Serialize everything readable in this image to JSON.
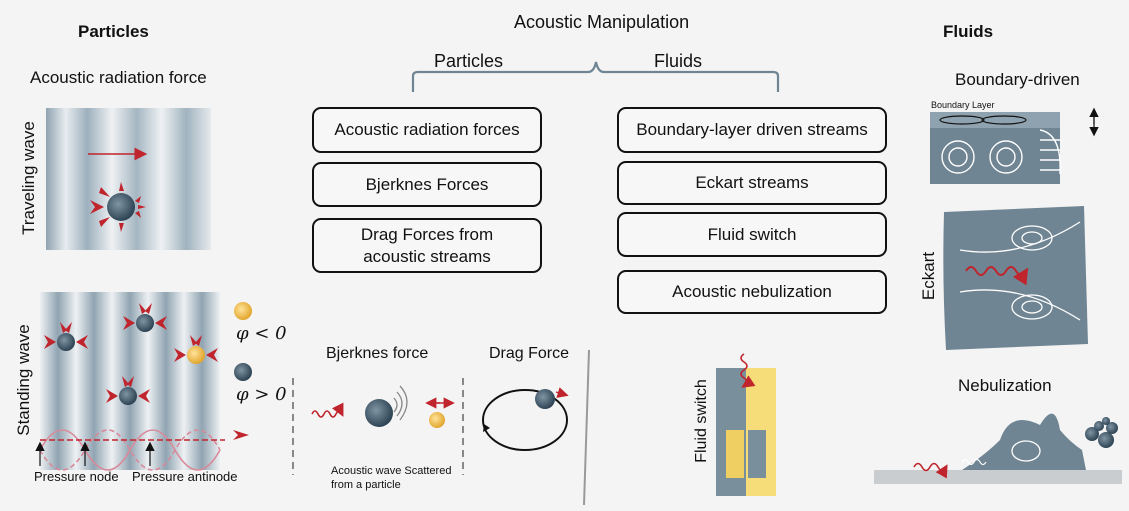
{
  "title": "Acoustic Manipulation",
  "left_heading": "Particles",
  "right_heading": "Fluids",
  "branch_labels": {
    "particles": "Particles",
    "fluids": "Fluids"
  },
  "particle_boxes": [
    "Acoustic radiation forces",
    "Bjerknes Forces",
    "Drag Forces from\nacoustic streams"
  ],
  "fluid_boxes": [
    "Boundary-layer driven streams",
    "Eckart streams",
    "Fluid switch",
    "Acoustic nebulization"
  ],
  "left_panel": {
    "subtitle": "Acoustic radiation force",
    "traveling_label": "Traveling  wave",
    "standing_label": "Standing wave",
    "phi_negative": "φ < 0",
    "phi_positive": "φ > 0",
    "pressure_node": "Pressure node",
    "pressure_antinode": "Pressure antinode"
  },
  "middle_panel": {
    "bjerknes_title": "Bjerknes force",
    "bjerknes_caption_line1": "Acoustic wave Scattered",
    "bjerknes_caption_line2": "from a particle",
    "drag_title": "Drag Force",
    "fluid_switch_label": "Fluid switch"
  },
  "right_panel": {
    "boundary_title": "Boundary-driven",
    "boundary_layer_label": "Boundary Layer",
    "eckart_label": "Eckart",
    "nebulization_title": "Nebulization"
  },
  "colors": {
    "panel_gray": "#6f8593",
    "arrow_red": "#c0242c",
    "particle_dark": "#3e5566",
    "particle_yellow": "#f2c14e",
    "switch_yellow": "#f7dc7a",
    "node_pink": "#d98a9a"
  }
}
